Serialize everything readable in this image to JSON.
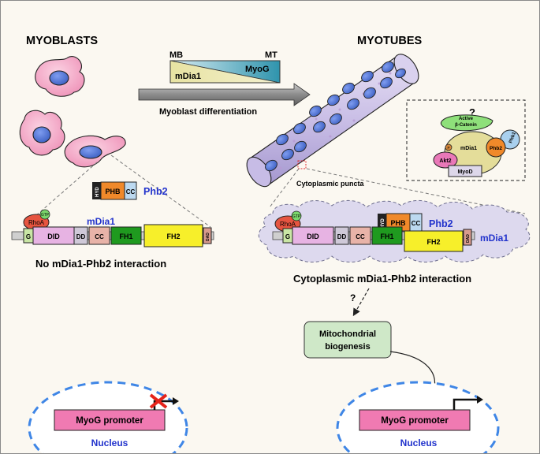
{
  "left_header": "MYOBLASTS",
  "right_header": "MYOTUBES",
  "gradient": {
    "left_end": "MB",
    "right_end": "MT",
    "bottom_label": "mDia1",
    "top_label": "MyoG"
  },
  "arrow_label": "Myoblast differentiation",
  "phb2": {
    "name": "Phb2",
    "domains": [
      "HYD",
      "PHB",
      "CC"
    ]
  },
  "mdia1": {
    "name": "mDia1",
    "domains": [
      "G",
      "DID",
      "DD",
      "CC",
      "FH1",
      "FH2",
      "DAD"
    ],
    "partner": "RhoA",
    "gtp": "GTP"
  },
  "left_caption": "No mDia1-Phb2 interaction",
  "right_caption": "Cytoplasmic mDia1-Phb2 interaction",
  "puncta_label": "Cytoplasmic puncta",
  "complex": {
    "question": "?",
    "beta_catenin": "Active\nβ-Catenin",
    "phb1": "Phb1",
    "phb2": "Phb2",
    "mdia1": "mDia1",
    "akt2": "Akt2",
    "p": "P",
    "myod": "MyoD"
  },
  "link_question": "?",
  "mito_box": "Mitochondrial\nbiogenesis",
  "promoter": "MyoG promoter",
  "nucleus": "Nucleus",
  "colors": {
    "cell_fill": "#f4a8c8",
    "nucleus_fill": "#5b7fd6",
    "phb_orange": "#f0892a",
    "fh1_green": "#1f9a1f",
    "fh2_yellow": "#f7ef2a",
    "did_pink": "#e7b3e3",
    "mito_green": "#cfe8c8",
    "nucleus_dash": "#3f86e6"
  }
}
